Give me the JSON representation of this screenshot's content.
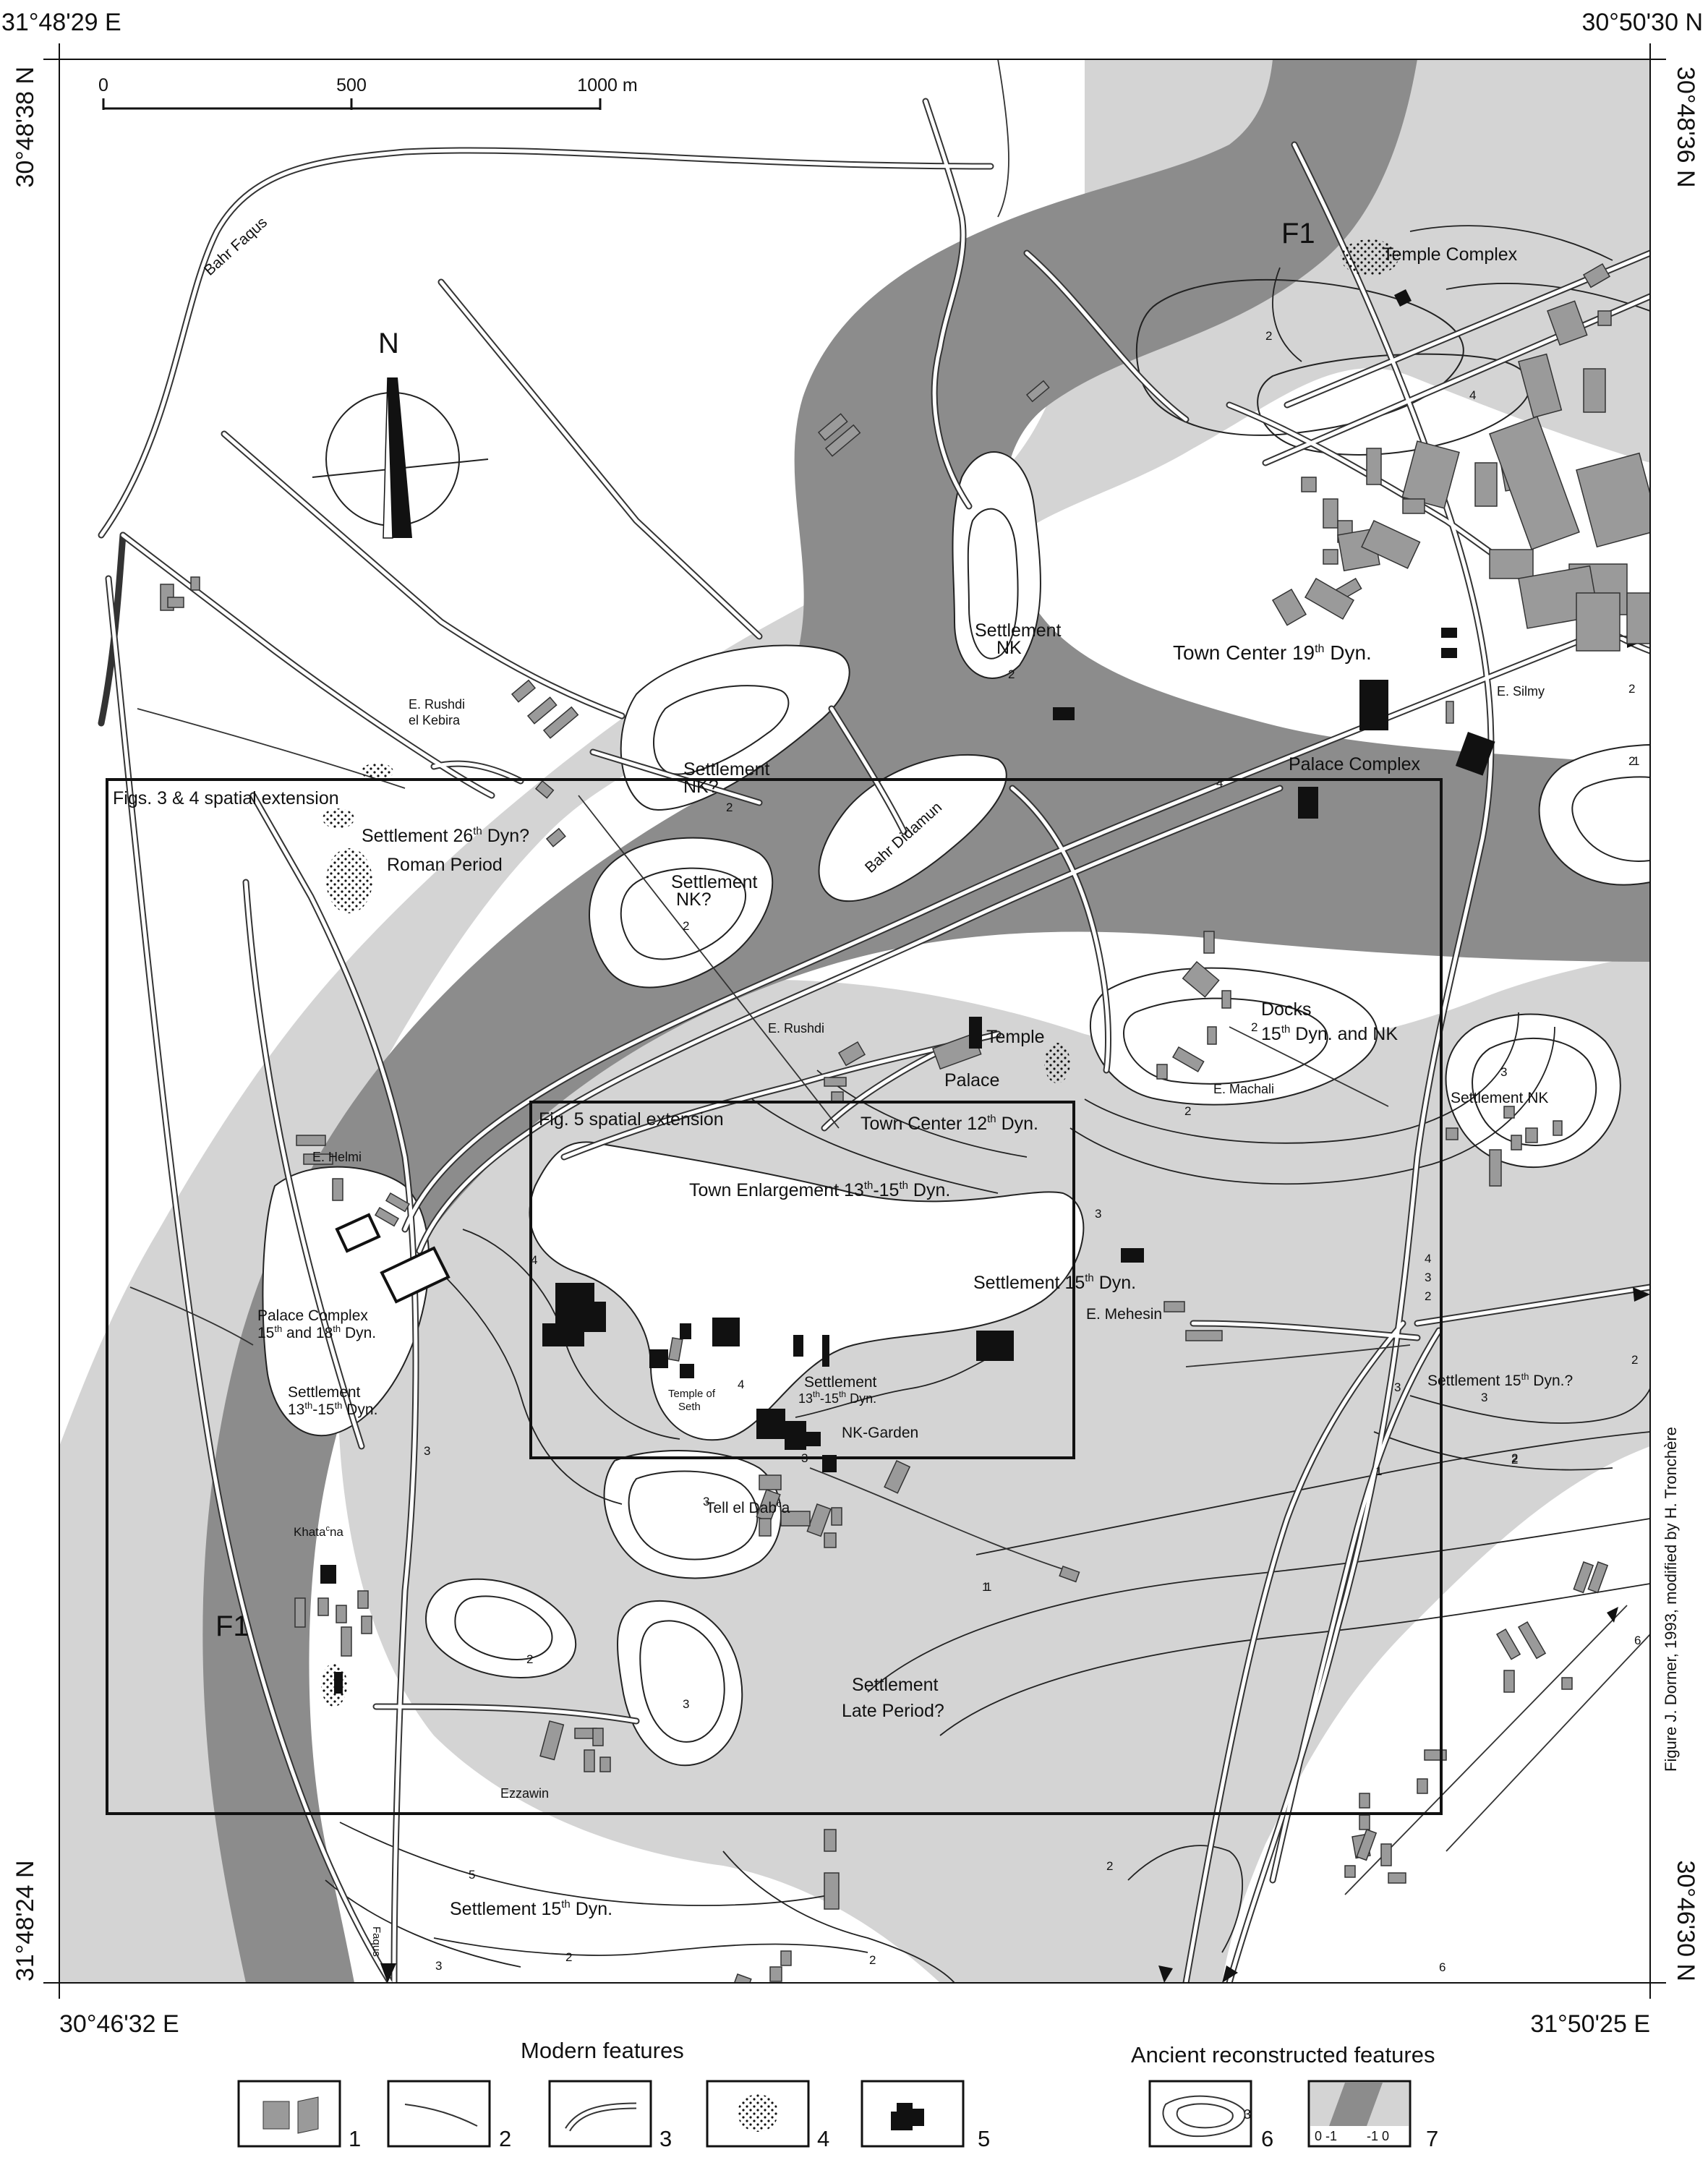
{
  "map": {
    "corners": {
      "top_left": "31°48'29 E",
      "top_right": "30°50'30 N",
      "left_top": "30°48'38 N",
      "right_top": "30°48'36 N",
      "left_bottom": "31°48'24 N",
      "right_bottom": "30°46'30 N",
      "bottom_left": "30°46'32 E",
      "bottom_right": "31°50'25 E"
    },
    "scale": {
      "t0": "0",
      "t1": "500",
      "t2": "1000 m"
    },
    "north": "N",
    "credit": "Figure J. Dorner, 1993, modified by H. Tronchère",
    "boxes": {
      "fig34": "Figs. 3 & 4 spatial extension",
      "fig5": "Fig. 5 spatial extension"
    },
    "labels": {
      "bahr_faqus": "Bahr Faqus",
      "bahr_didamun": "Bahr Didamun",
      "f1_top": "F1",
      "f1_left": "F1",
      "temple_complex": "Temple Complex",
      "settlement_nk_1a": "Settlement",
      "settlement_nk_1b": "NK",
      "town_center_19": "Town Center 19",
      "town_center_19_sup": "th",
      "town_center_19_end": " Dyn.",
      "e_silmy": "E. Silmy",
      "palace_complex": "Palace Complex",
      "e_rushdi_kebira_a": "E. Rushdi",
      "e_rushdi_kebira_b": "el Kebira",
      "settlement_nkq1a": "Settlement",
      "settlement_nkq1b": "NK?",
      "settlement_nkq2a": "Settlement",
      "settlement_nkq2b": "NK?",
      "settlement_26": "Settlement 26",
      "settlement_26_sup": "th",
      "settlement_26_end": " Dyn?",
      "roman": "Roman Period",
      "e_rushdi": "E. Rushdi",
      "temple": "Temple",
      "palace": "Palace",
      "docks": "Docks",
      "docks_b": "15",
      "docks_b_sup": "th",
      "docks_b_end": " Dyn. and NK",
      "e_machali": "E. Machali",
      "settlement_nk_2": "Settlement NK",
      "town_center_12": "Town Center 12",
      "town_center_12_sup": "th",
      "town_center_12_end": " Dyn.",
      "town_enlargement": "Town Enlargement 13",
      "town_enlargement_sup1": "th",
      "town_enlargement_mid": "-15",
      "town_enlargement_sup2": "th",
      "town_enlargement_end": " Dyn.",
      "e_helmi": "E. Helmi",
      "settlement_15": "Settlement 15",
      "settlement_15_sup": "th",
      "settlement_15_end": " Dyn.",
      "e_mehesin": "E. Mehesin",
      "palace_complex_2a": "Palace Complex",
      "palace_complex_2b": "15",
      "palace_complex_2b_sup": "th",
      "palace_complex_2b_end": " and 18",
      "palace_complex_2b_sup2": "th",
      "palace_complex_2b_end2": " Dyn.",
      "settlement_1315a": "Settlement",
      "settlement_1315b": "13",
      "settlement_1315b_sup": "th",
      "settlement_1315b_mid": "-15",
      "settlement_1315b_sup2": "th",
      "settlement_1315b_end": " Dyn.",
      "temple_of_seth_a": "Temple of",
      "temple_of_seth_b": "Seth",
      "settlement_1315c_a": "Settlement",
      "settlement_1315c_b": "13",
      "settlement_1315c_b_sup": "th",
      "settlement_1315c_b_mid": "-15",
      "settlement_1315c_b_sup2": "th",
      "settlement_1315c_b_end": " Dyn.",
      "nk_garden": "NK-Garden",
      "settlement_15q": "Settlement 15",
      "settlement_15q_sup": "th",
      "settlement_15q_end": " Dyn.?",
      "khatana": "Khata",
      "khatana_sup": "c",
      "khatana_end": "na",
      "tell_el_daba": "Tell el Dab",
      "tell_el_daba_sup": "c",
      "tell_el_daba_end": "a",
      "settlement_late_a": "Settlement",
      "settlement_late_b": "Late Period?",
      "ezzawin": "Ezzawin",
      "settlement_15b": "Settlement 15",
      "settlement_15b_sup": "th",
      "settlement_15b_end": " Dyn.",
      "faqus": "Faqus"
    },
    "contours": [
      "2",
      "4",
      "2",
      "2",
      "2",
      "4",
      "2",
      "1",
      "2",
      "2",
      "3",
      "2",
      "3",
      "4",
      "3",
      "2",
      "4",
      "4",
      "3",
      "3",
      "2",
      "1",
      "1",
      "2",
      "3",
      "3",
      "2",
      "6",
      "2",
      "1",
      "2",
      "5",
      "3",
      "2",
      "2",
      "3",
      "3",
      "6"
    ]
  },
  "legend": {
    "modern_title": "Modern features",
    "ancient_title": "Ancient reconstructed features",
    "items": [
      "1",
      "2",
      "3",
      "4",
      "5",
      "6",
      "7"
    ],
    "item7_scale": {
      "a": "0 -1",
      "b": "-1 0"
    },
    "item6_contour": "3"
  },
  "colors": {
    "light_gray": "#d4d4d4",
    "dark_gray": "#8c8c8c",
    "building_gray": "#9a9a9a",
    "black": "#111111"
  }
}
